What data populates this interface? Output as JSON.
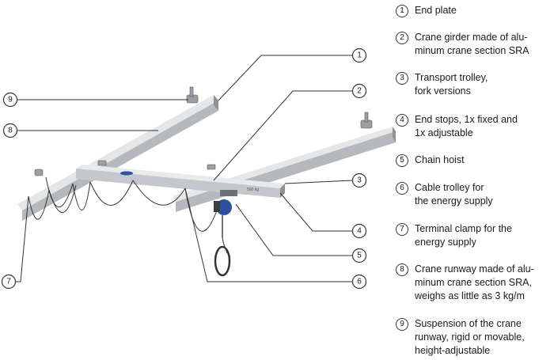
{
  "callouts": [
    "1",
    "2",
    "3",
    "4",
    "5",
    "6",
    "7",
    "8",
    "9"
  ],
  "legend": [
    {
      "num": "1",
      "text": "End plate"
    },
    {
      "num": "2",
      "text": "Crane girder made of alu-\nminum crane section SRA"
    },
    {
      "num": "3",
      "text": "Transport trolley,\nfork versions"
    },
    {
      "num": "4",
      "text": "End stops, 1x fixed and\n1x adjustable"
    },
    {
      "num": "5",
      "text": "Chain hoist"
    },
    {
      "num": "6",
      "text": "Cable trolley for\nthe energy supply"
    },
    {
      "num": "7",
      "text": "Terminal clamp for the\nenergy supply"
    },
    {
      "num": "8",
      "text": "Crane runway made of alu-\nminum crane section SRA,\nweighs as little as 3 kg/m"
    },
    {
      "num": "9",
      "text": "Suspension of the crane\nrunway, rigid or movable,\nheight-adjustable"
    }
  ],
  "hoist_label": "500 kg",
  "colors": {
    "beam": "#c9cccf",
    "beam_shadow": "#8e9296",
    "beam_light": "#e4e6e8",
    "hoist": "#2d4fa0",
    "cable": "#2a2a2a",
    "line": "#333333"
  }
}
